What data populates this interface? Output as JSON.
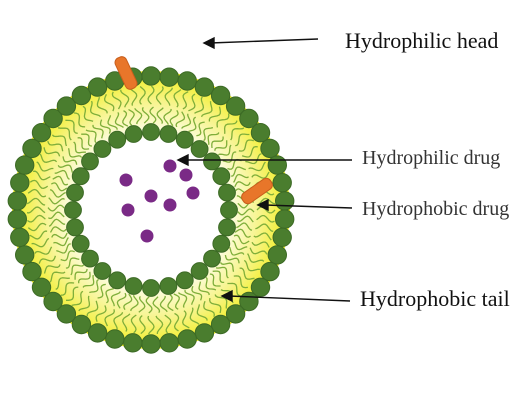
{
  "labels": {
    "hydrophilic_head": "Hydrophilic head",
    "hydrophilic_drug": "Hydrophilic drug",
    "hydrophobic_drug": "Hydrophobic drug",
    "hydrophobic_tail": "Hydrophobic tail"
  },
  "colors": {
    "head": "#4a7d2e",
    "head_stroke": "#3c6a25",
    "tail": "#7fae3a",
    "bilayer_inner": "#fbfcd9",
    "bilayer_outer": "#f4f21e",
    "core": "#ffffff",
    "hydrophilic_drug": "#7a2a86",
    "hydrophobic_drug": "#e8762a",
    "arrow": "#111111"
  },
  "icons": {
    "head": "green-circle",
    "hydrophilic_drug": "purple-dot",
    "hydrophobic_drug": "orange-rod"
  },
  "counts": {
    "outer_heads": 46,
    "inner_heads": 28,
    "hydrophilic_drug_molecules": 8,
    "hydrophobic_drug_molecules": 2
  }
}
